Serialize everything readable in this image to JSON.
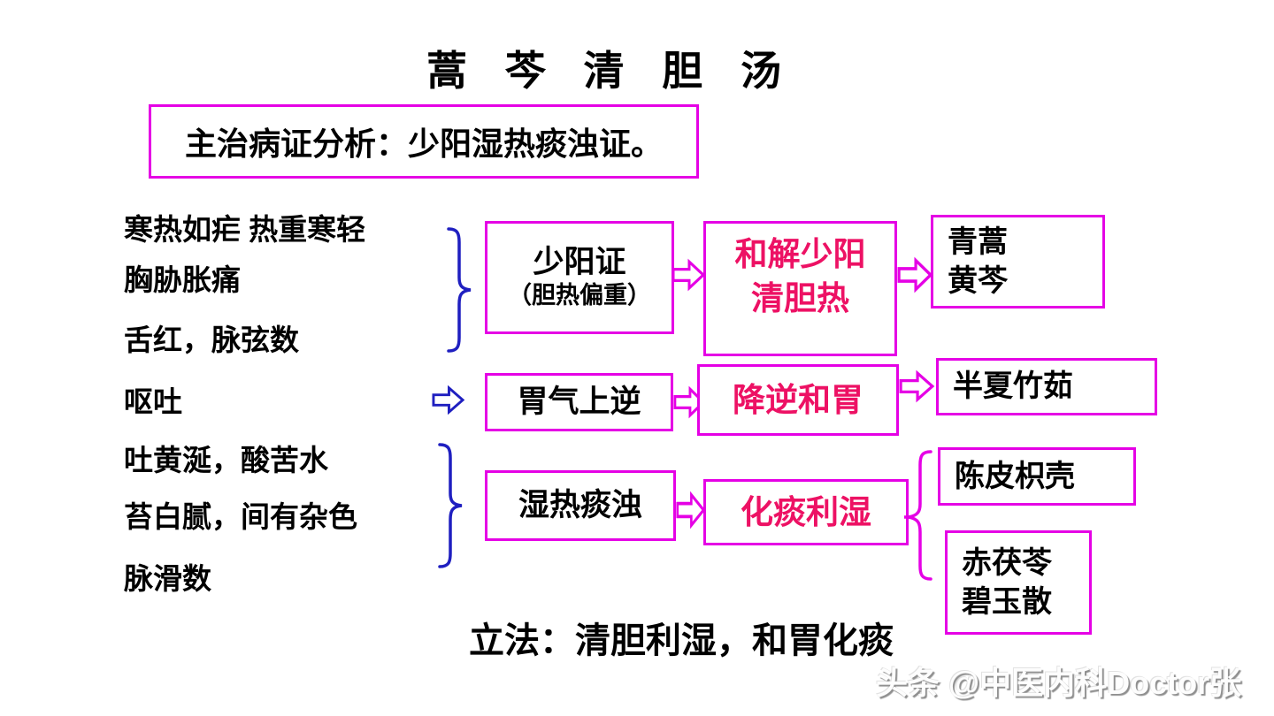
{
  "title": "蒿 芩 清 胆 汤",
  "indication": "主治病证分析：少阳湿热痰浊证。",
  "symptoms": [
    "寒热如疟 热重寒轻",
    "胸胁胀痛",
    "舌红，脉弦数",
    "呕吐",
    "吐黄涎，酸苦水",
    "苔白腻，间有杂色",
    "脉滑数"
  ],
  "syndromes": [
    {
      "name": "少阳证",
      "note": "（胆热偏重）"
    },
    {
      "name": "胃气上逆"
    },
    {
      "name": "湿热痰浊"
    }
  ],
  "treatments": [
    {
      "line1": "和解少阳",
      "line2": "清胆热"
    },
    {
      "line1": "降逆和胃"
    },
    {
      "line1": "化痰利湿"
    }
  ],
  "herbs": [
    {
      "line1": "青蒿",
      "line2": "黄芩"
    },
    {
      "line1": "半夏竹茹"
    },
    {
      "line1": "陈皮枳壳"
    },
    {
      "line1": "赤茯苓",
      "line2": "碧玉散"
    }
  ],
  "method": "立法：清胆利湿，和胃化痰",
  "watermark": "头条 @中医内科Doctor张",
  "colors": {
    "box_border_magenta": "#e500e5",
    "treatment_text_crimson": "#ed1164",
    "connector_blue": "#1f1fc0",
    "text_black": "#000000",
    "background": "#ffffff"
  }
}
